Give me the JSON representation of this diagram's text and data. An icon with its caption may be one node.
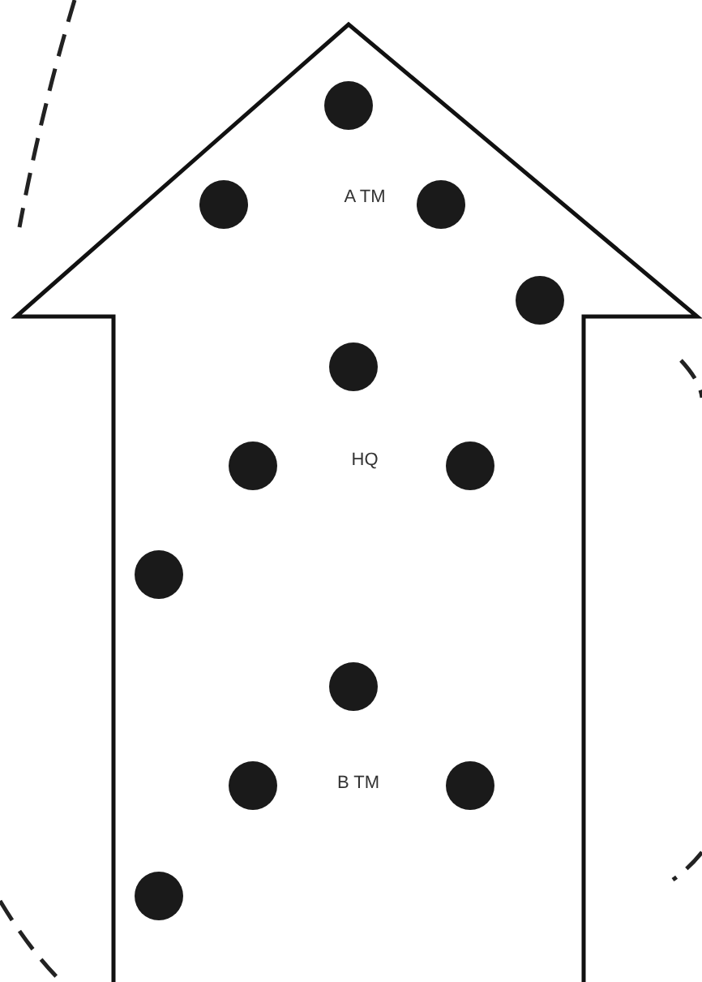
{
  "diagram": {
    "nodes": [
      {
        "text": [
          "A TM",
          "HQ",
          "B TM"
        ]
      }
    ]
  }
}
